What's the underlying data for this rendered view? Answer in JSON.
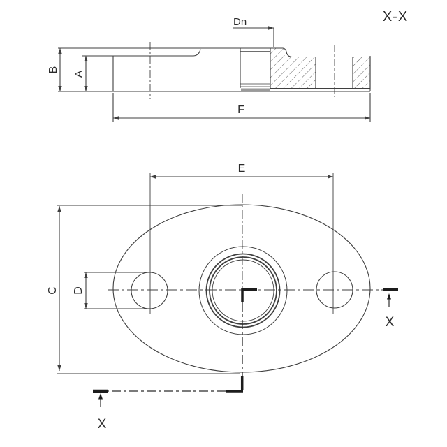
{
  "section_view": {
    "title": "X-X",
    "dim_labels": {
      "nominal_bore": "Dn",
      "flange_thickness": "B",
      "hub_thickness": "A",
      "overall_length": "F"
    }
  },
  "plan_view": {
    "dim_labels": {
      "bolt_hole_spacing": "E",
      "plate_width": "C",
      "bolt_hole_diameter": "D"
    },
    "section_cut": {
      "marker_right": "X",
      "marker_bottom": "X"
    }
  },
  "colors": {
    "background": "#ffffff",
    "line": "#3f3f3f",
    "cut_line": "#1c1c1c",
    "gasket_face": "#9a9a9a"
  }
}
